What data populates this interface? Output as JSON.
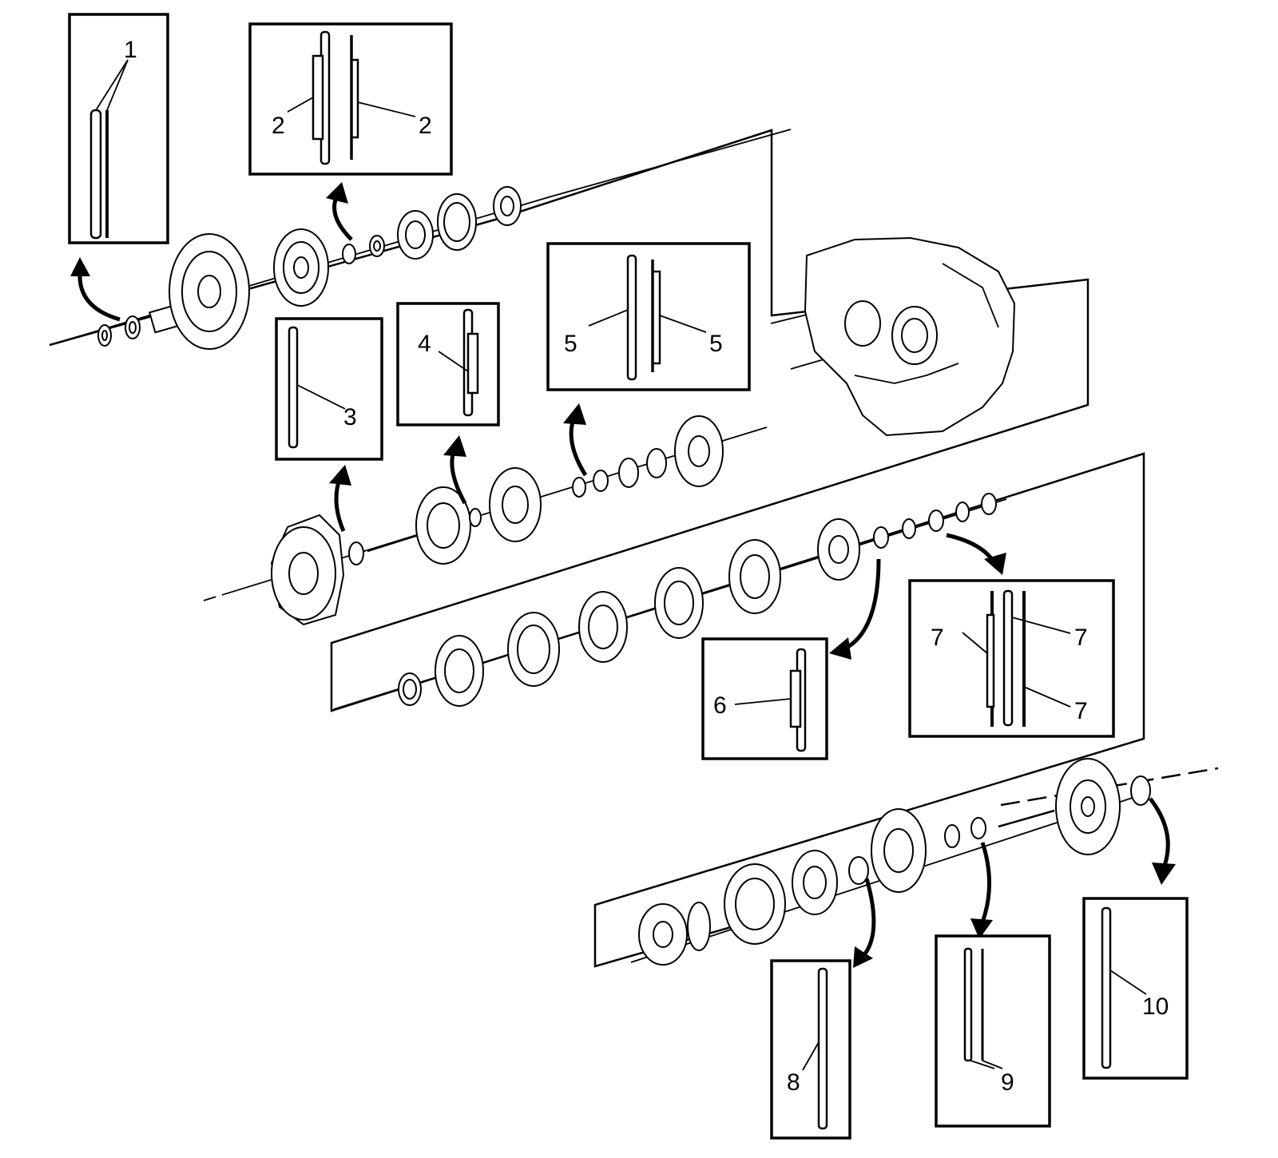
{
  "callouts": {
    "c1": "1",
    "c2a": "2",
    "c2b": "2",
    "c3": "3",
    "c4": "4",
    "c5a": "5",
    "c5b": "5",
    "c6": "6",
    "c7a": "7",
    "c7b": "7",
    "c7c": "7",
    "c8": "8",
    "c9": "9",
    "c10": "10"
  }
}
